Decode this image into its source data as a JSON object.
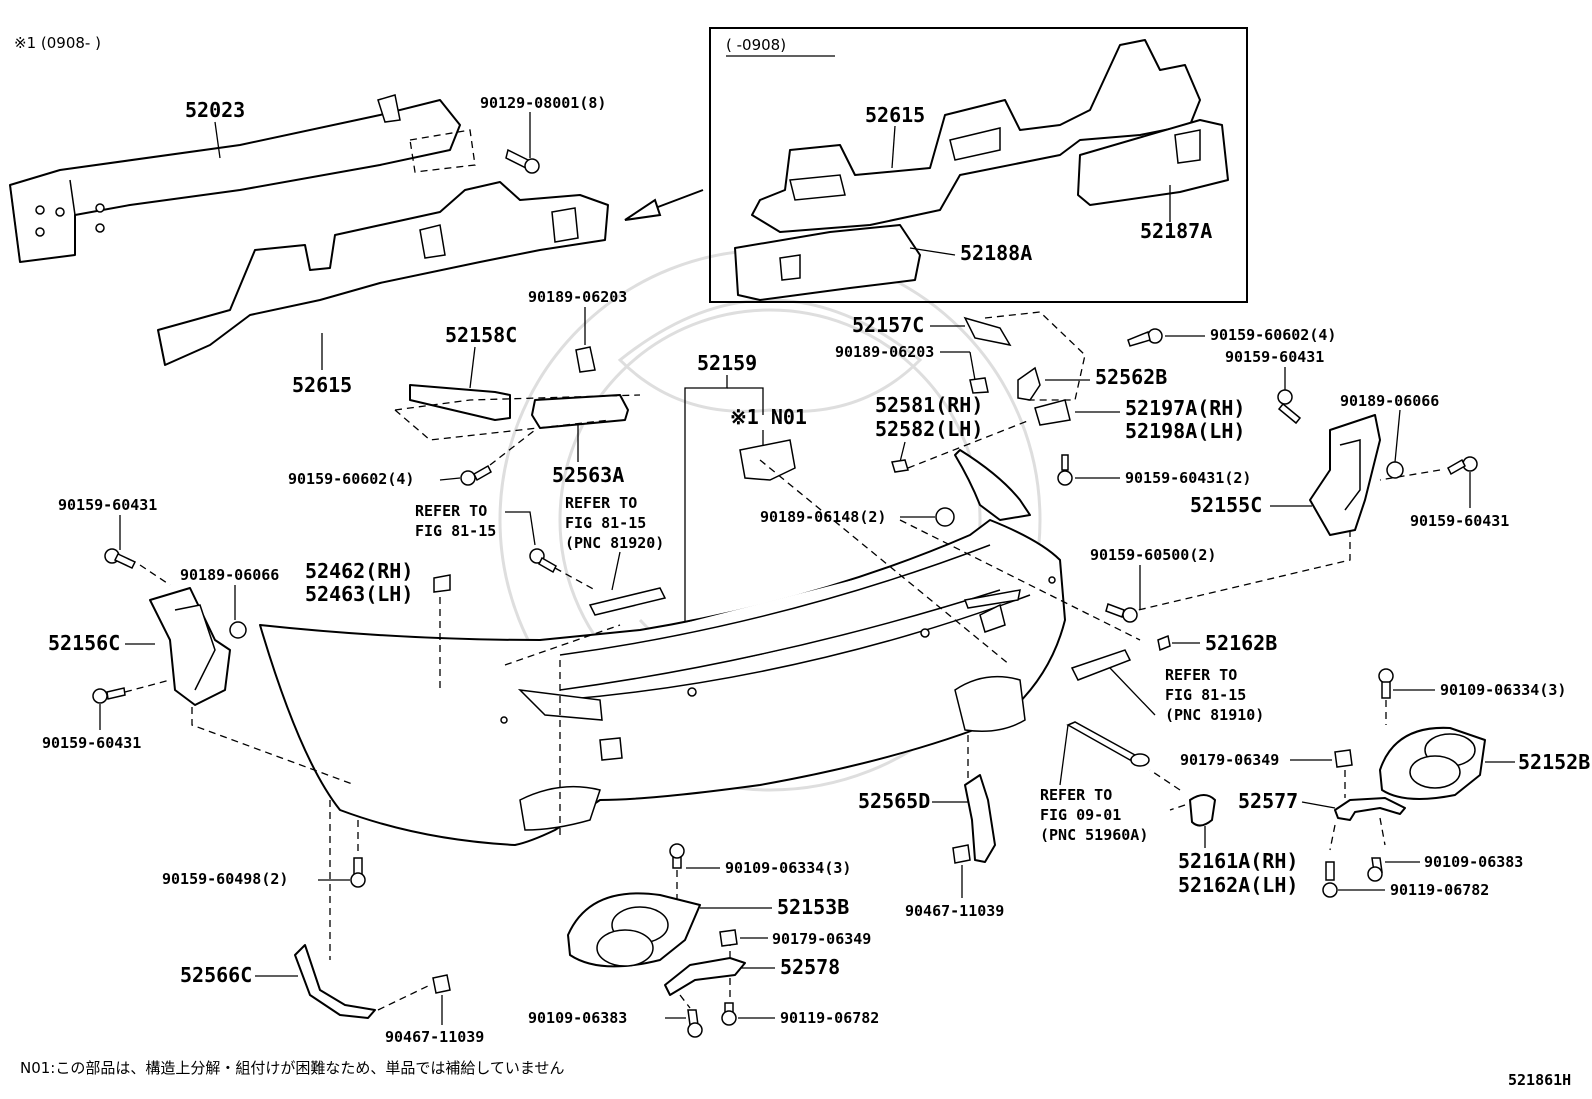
{
  "header": {
    "note_variant": "※1 (0908-    )",
    "inset_variant": "(    -0908)"
  },
  "labels": {
    "p52023": "52023",
    "p90129": "90129-08001(8)",
    "p52615_main": "52615",
    "p52615_inset": "52615",
    "p52188A": "52188A",
    "p52187A": "52187A",
    "p90189_06203_a": "90189-06203",
    "p52158C": "52158C",
    "p52563A": "52563A",
    "p90159_60602_a": "90159-60602(4)",
    "p52159": "52159",
    "pN01": "※1 N01",
    "p52157C": "52157C",
    "p90189_06203_b": "90189-06203",
    "p90159_60602_b": "90159-60602(4)",
    "p90159_60431_top": "90159-60431",
    "p52562B": "52562B",
    "p52581": "52581(RH)",
    "p52582": "52582(LH)",
    "p52197A": "52197A(RH)",
    "p52198A": "52198A(LH)",
    "p90189_06066_r": "90189-06066",
    "p90159_60431_2": "90159-60431(2)",
    "p52155C": "52155C",
    "p90159_60431_r": "90159-60431",
    "p90159_60431_l": "90159-60431",
    "p90189_06066_l": "90189-06066",
    "p52462": "52462(RH)",
    "p52463": "52463(LH)",
    "p52156C": "52156C",
    "p90159_60431_lb": "90159-60431",
    "ref1_a": "REFER TO",
    "ref1_b": "FIG 81-15",
    "ref2_a": "REFER TO",
    "ref2_b": "FIG 81-15",
    "ref2_c": "(PNC 81920)",
    "p90189_06148": "90189-06148(2)",
    "p90159_60500": "90159-60500(2)",
    "p52162B": "52162B",
    "ref3_a": "REFER TO",
    "ref3_b": "FIG 81-15",
    "ref3_c": "(PNC 81910)",
    "p90109_06334_r": "90109-06334(3)",
    "p52152B": "52152B",
    "p90179_06349_r": "90179-06349",
    "p52577": "52577",
    "p90109_06383_r": "90109-06383",
    "p90119_06782_r": "90119-06782",
    "ref4_a": "REFER TO",
    "ref4_b": "FIG 09-01",
    "ref4_c": "(PNC 51960A)",
    "p52161A": "52161A(RH)",
    "p52162A": "52162A(LH)",
    "p52565D": "52565D",
    "p90467_11039_r": "90467-11039",
    "p90159_60498": "90159-60498(2)",
    "p90109_06334_c": "90109-06334(3)",
    "p52153B": "52153B",
    "p90179_06349_c": "90179-06349",
    "p52578": "52578",
    "p90109_06383_c": "90109-06383",
    "p90119_06782_c": "90119-06782",
    "p52566C": "52566C",
    "p90467_11039_l": "90467-11039"
  },
  "footer": {
    "note": "N01:この部品は、構造上分解・組付けが困難なため、単品では補給していません",
    "figure_code": "521861H"
  }
}
